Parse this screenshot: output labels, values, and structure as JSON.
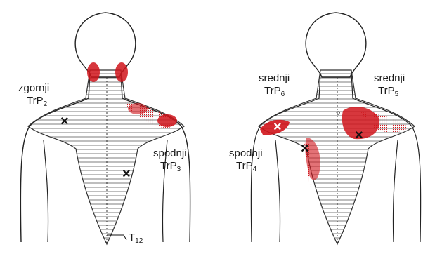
{
  "labels": {
    "zgornji": {
      "word": "zgornji",
      "tp": "TrP",
      "num": "2"
    },
    "spodnji_left": {
      "word": "spodnji",
      "tp": "TrP",
      "num": "3"
    },
    "t12": {
      "tp": "T",
      "num": "12"
    },
    "srednji_left": {
      "word": "srednji",
      "tp": "TrP",
      "num": "6"
    },
    "srednji_right": {
      "word": "srednji",
      "tp": "TrP",
      "num": "5"
    },
    "spodnji_right": {
      "word": "spodnji",
      "tp": "TrP",
      "num": "4"
    }
  },
  "colors": {
    "referred_pain": "#d0141b",
    "muscle_lines": "#555555",
    "outline": "#222222"
  },
  "markers": {
    "trigger_point_symbol": "×"
  }
}
